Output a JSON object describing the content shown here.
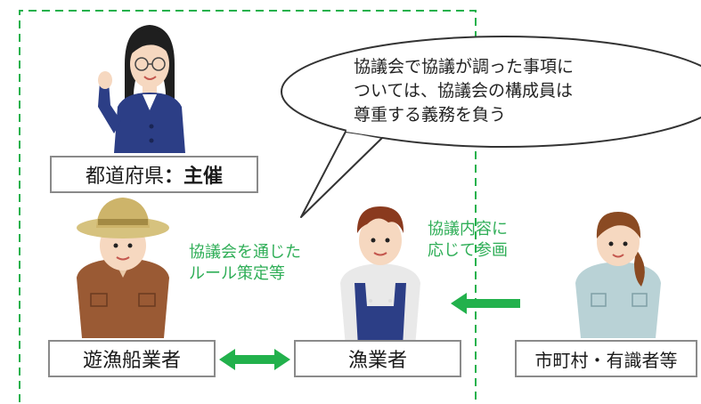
{
  "speech_bubble": {
    "lines": [
      "協議会で協議が調った事項に",
      "ついては、協議会の構成員は",
      "尊重する義務を負う"
    ]
  },
  "prefecture_label": {
    "name": "都道府県",
    "separator": "：",
    "role": "主催"
  },
  "note_left": {
    "lines": [
      "協議会を通じた",
      "ルール策定等"
    ]
  },
  "note_right": {
    "lines": [
      "協議内容に",
      "応じて参画"
    ]
  },
  "boxes": {
    "recreational": "遊漁船業者",
    "fishers": "漁業者",
    "municipality": "市町村・有識者等"
  },
  "colors": {
    "accent_green": "#2fae57",
    "dash_green": "#22b14c",
    "box_border": "#8a8a8a"
  }
}
